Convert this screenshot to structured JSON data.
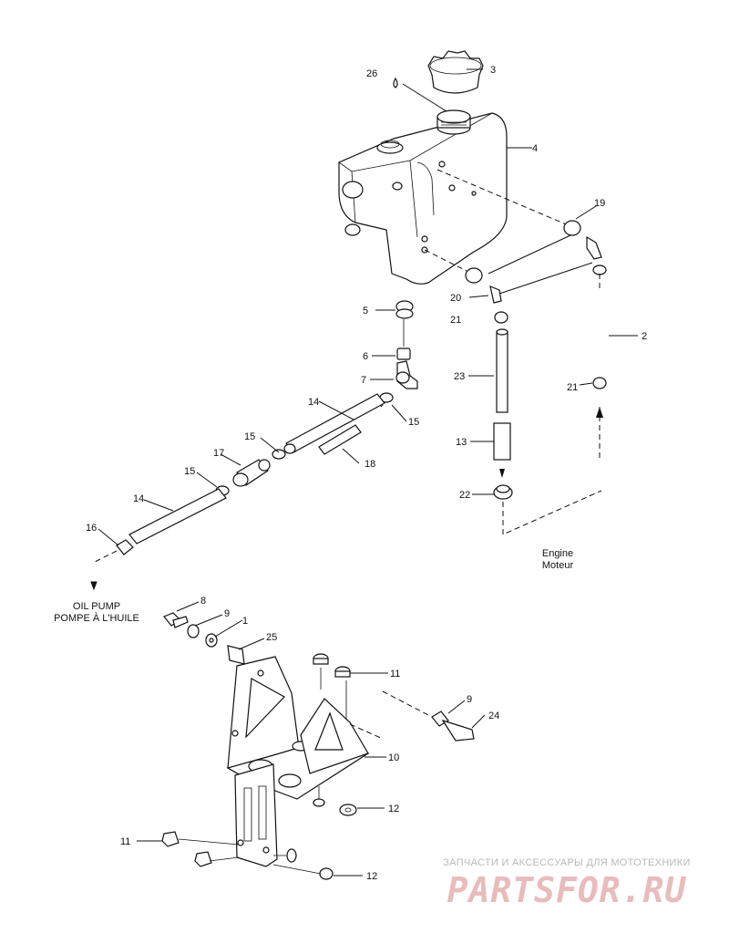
{
  "callouts": {
    "c1": "1",
    "c2": "2",
    "c3": "3",
    "c4": "4",
    "c5": "5",
    "c6": "6",
    "c7": "7",
    "c8": "8",
    "c9a": "9",
    "c9b": "9",
    "c10": "10",
    "c11a": "11",
    "c11b": "11",
    "c12a": "12",
    "c12b": "12",
    "c13": "13",
    "c14a": "14",
    "c14b": "14",
    "c15a": "15",
    "c15b": "15",
    "c15c": "15",
    "c16": "16",
    "c17": "17",
    "c18": "18",
    "c19": "19",
    "c20": "20",
    "c21a": "21",
    "c21b": "21",
    "c22": "22",
    "c23": "23",
    "c24": "24",
    "c25": "25",
    "c26": "26"
  },
  "labels": {
    "engine_en": "Engine",
    "engine_fr": "Moteur",
    "oil_pump_en": "OIL PUMP",
    "oil_pump_fr": "POMPE À L'HUILE"
  },
  "watermark": {
    "tagline": "ЗАПЧАСТИ И АКСЕССУАРЫ ДЛЯ МОТОТЕХНИКИ",
    "logo": "PARTSFOR.RU"
  }
}
